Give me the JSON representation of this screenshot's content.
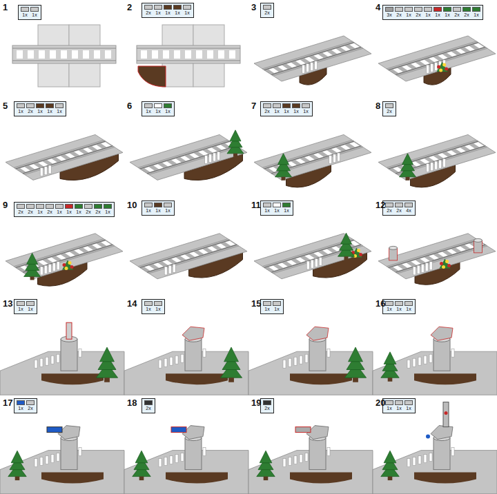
{
  "diagram": {
    "nodes": [
      {
        "text": [
          "1x",
          "1x"
        ]
      },
      {
        "text": [
          "2x",
          "1x",
          "1x",
          "1x",
          "1x"
        ]
      },
      {
        "text": [
          "2x"
        ]
      },
      {
        "text": [
          "3x",
          "2x",
          "1x",
          "2x",
          "1x",
          "1x",
          "1x",
          "2x",
          "2x",
          "1x"
        ]
      },
      {
        "text": [
          "1x",
          "2x",
          "1x",
          "1x",
          "1x"
        ]
      },
      {
        "text": [
          "1x",
          "1x",
          "1x"
        ]
      },
      {
        "text": [
          "2x",
          "1x",
          "1x",
          "1x",
          "1x"
        ]
      },
      {
        "text": [
          "2x"
        ]
      },
      {
        "text": [
          "2x",
          "2x",
          "1x",
          "2x",
          "1x",
          "1x",
          "1x",
          "2x",
          "2x",
          "1x"
        ]
      },
      {
        "text": [
          "1x",
          "1x",
          "1x"
        ]
      },
      {
        "text": [
          "1x",
          "1x",
          "1x"
        ]
      },
      {
        "text": [
          "2x",
          "2x",
          "4x"
        ]
      },
      {
        "text": [
          "1x",
          "1x"
        ]
      },
      {
        "text": [
          "1x",
          "1x"
        ]
      },
      {
        "text": [
          "1x",
          "1x"
        ]
      },
      {
        "text": [
          "1x",
          "1x",
          "1x"
        ]
      },
      {
        "text": [
          "1x",
          "2x"
        ]
      },
      {
        "text": [
          "2x"
        ]
      },
      {
        "text": [
          "2x"
        ]
      },
      {
        "text": [
          "1x",
          "1x",
          "1x"
        ]
      }
    ],
    "labels": [
      "1",
      "2",
      "3",
      "4",
      "5",
      "6",
      "7",
      "8",
      "9",
      "10",
      "11",
      "12",
      "13",
      "14",
      "15",
      "16",
      "17",
      "18",
      "19",
      "20"
    ]
  }
}
